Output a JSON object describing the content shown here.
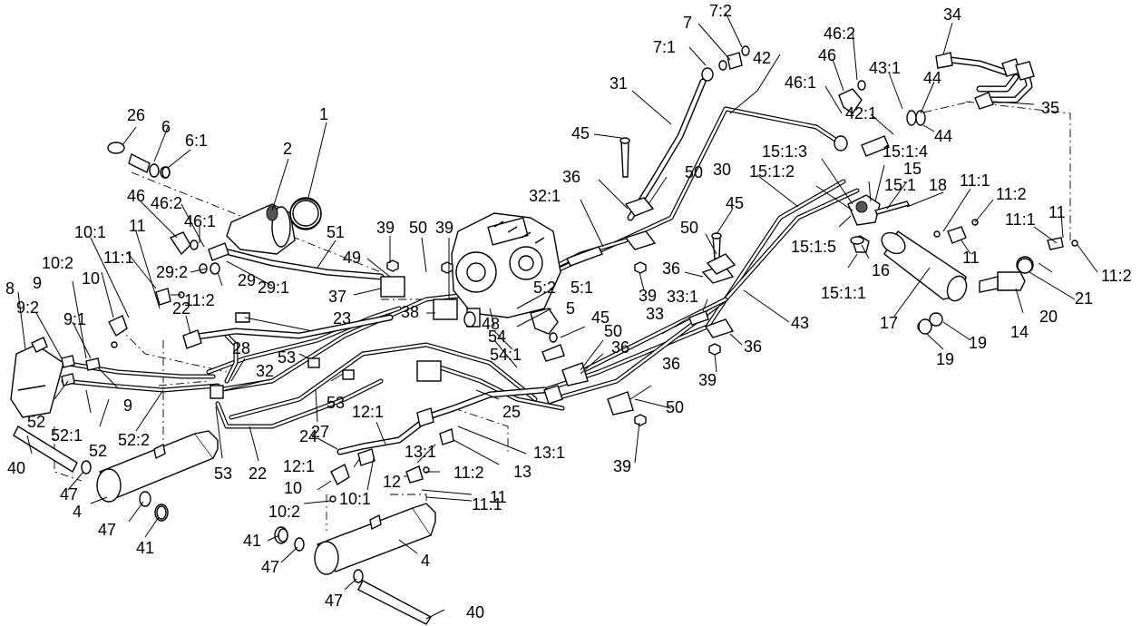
{
  "callouts": [
    {
      "id": "c1",
      "text": "1"
    },
    {
      "id": "c2",
      "text": "2"
    },
    {
      "id": "c4a",
      "text": "4"
    },
    {
      "id": "c4b",
      "text": "4"
    },
    {
      "id": "c5",
      "text": "5"
    },
    {
      "id": "c5_1",
      "text": "5:1"
    },
    {
      "id": "c5_2",
      "text": "5:2"
    },
    {
      "id": "c6",
      "text": "6"
    },
    {
      "id": "c6_1",
      "text": "6:1"
    },
    {
      "id": "c7",
      "text": "7"
    },
    {
      "id": "c7_1",
      "text": "7:1"
    },
    {
      "id": "c7_2",
      "text": "7:2"
    },
    {
      "id": "c8",
      "text": "8"
    },
    {
      "id": "c9a",
      "text": "9"
    },
    {
      "id": "c9b",
      "text": "9"
    },
    {
      "id": "c9_1",
      "text": "9:1"
    },
    {
      "id": "c9_2",
      "text": "9:2"
    },
    {
      "id": "c10a",
      "text": "10"
    },
    {
      "id": "c10b",
      "text": "10"
    },
    {
      "id": "c10_1a",
      "text": "10:1"
    },
    {
      "id": "c10_1b",
      "text": "10:1"
    },
    {
      "id": "c10_2a",
      "text": "10:2"
    },
    {
      "id": "c10_2b",
      "text": "10:2"
    },
    {
      "id": "c11a",
      "text": "11"
    },
    {
      "id": "c11b",
      "text": "11"
    },
    {
      "id": "c11c",
      "text": "11"
    },
    {
      "id": "c11d",
      "text": "11"
    },
    {
      "id": "c11_1a",
      "text": "11:1"
    },
    {
      "id": "c11_1b",
      "text": "11:1"
    },
    {
      "id": "c11_1c",
      "text": "11:1"
    },
    {
      "id": "c11_1d",
      "text": "11:1"
    },
    {
      "id": "c11_2a",
      "text": "11:2"
    },
    {
      "id": "c11_2b",
      "text": "11:2"
    },
    {
      "id": "c11_2c",
      "text": "11:2"
    },
    {
      "id": "c11_2d",
      "text": "11:2"
    },
    {
      "id": "c12",
      "text": "12"
    },
    {
      "id": "c12_1a",
      "text": "12:1"
    },
    {
      "id": "c12_1b",
      "text": "12:1"
    },
    {
      "id": "c13",
      "text": "13"
    },
    {
      "id": "c13_1a",
      "text": "13:1"
    },
    {
      "id": "c13_1b",
      "text": "13:1"
    },
    {
      "id": "c14",
      "text": "14"
    },
    {
      "id": "c15",
      "text": "15"
    },
    {
      "id": "c15_1",
      "text": "15:1"
    },
    {
      "id": "c15_1_1",
      "text": "15:1:1"
    },
    {
      "id": "c15_1_2",
      "text": "15:1:2"
    },
    {
      "id": "c15_1_3",
      "text": "15:1:3"
    },
    {
      "id": "c15_1_4",
      "text": "15:1:4"
    },
    {
      "id": "c15_1_5",
      "text": "15:1:5"
    },
    {
      "id": "c16",
      "text": "16"
    },
    {
      "id": "c17",
      "text": "17"
    },
    {
      "id": "c18",
      "text": "18"
    },
    {
      "id": "c19a",
      "text": "19"
    },
    {
      "id": "c19b",
      "text": "19"
    },
    {
      "id": "c20",
      "text": "20"
    },
    {
      "id": "c21",
      "text": "21"
    },
    {
      "id": "c22a",
      "text": "22"
    },
    {
      "id": "c22b",
      "text": "22"
    },
    {
      "id": "c23",
      "text": "23"
    },
    {
      "id": "c24",
      "text": "24"
    },
    {
      "id": "c25",
      "text": "25"
    },
    {
      "id": "c26",
      "text": "26"
    },
    {
      "id": "c27",
      "text": "27"
    },
    {
      "id": "c28",
      "text": "28"
    },
    {
      "id": "c29",
      "text": "29"
    },
    {
      "id": "c29_1",
      "text": "29:1"
    },
    {
      "id": "c29_2",
      "text": "29:2"
    },
    {
      "id": "c30",
      "text": "30"
    },
    {
      "id": "c31",
      "text": "31"
    },
    {
      "id": "c32",
      "text": "32"
    },
    {
      "id": "c32_1",
      "text": "32:1"
    },
    {
      "id": "c33",
      "text": "33"
    },
    {
      "id": "c33_1",
      "text": "33:1"
    },
    {
      "id": "c34",
      "text": "34"
    },
    {
      "id": "c35",
      "text": "35"
    },
    {
      "id": "c36a",
      "text": "36"
    },
    {
      "id": "c36b",
      "text": "36"
    },
    {
      "id": "c36c",
      "text": "36"
    },
    {
      "id": "c36d",
      "text": "36"
    },
    {
      "id": "c36e",
      "text": "36"
    },
    {
      "id": "c37",
      "text": "37"
    },
    {
      "id": "c38",
      "text": "38"
    },
    {
      "id": "c39a",
      "text": "39"
    },
    {
      "id": "c39b",
      "text": "39"
    },
    {
      "id": "c39c",
      "text": "39"
    },
    {
      "id": "c39d",
      "text": "39"
    },
    {
      "id": "c39e",
      "text": "39"
    },
    {
      "id": "c40a",
      "text": "40"
    },
    {
      "id": "c40b",
      "text": "40"
    },
    {
      "id": "c41a",
      "text": "41"
    },
    {
      "id": "c41b",
      "text": "41"
    },
    {
      "id": "c42",
      "text": "42"
    },
    {
      "id": "c42_1",
      "text": "42:1"
    },
    {
      "id": "c43",
      "text": "43"
    },
    {
      "id": "c43_1",
      "text": "43:1"
    },
    {
      "id": "c44a",
      "text": "44"
    },
    {
      "id": "c44b",
      "text": "44"
    },
    {
      "id": "c45a",
      "text": "45"
    },
    {
      "id": "c45b",
      "text": "45"
    },
    {
      "id": "c45c",
      "text": "45"
    },
    {
      "id": "c46a",
      "text": "46"
    },
    {
      "id": "c46b",
      "text": "46"
    },
    {
      "id": "c46_1a",
      "text": "46:1"
    },
    {
      "id": "c46_1b",
      "text": "46:1"
    },
    {
      "id": "c46_2a",
      "text": "46:2"
    },
    {
      "id": "c46_2b",
      "text": "46:2"
    },
    {
      "id": "c47a",
      "text": "47"
    },
    {
      "id": "c47b",
      "text": "47"
    },
    {
      "id": "c47c",
      "text": "47"
    },
    {
      "id": "c47d",
      "text": "47"
    },
    {
      "id": "c48",
      "text": "48"
    },
    {
      "id": "c49",
      "text": "49"
    },
    {
      "id": "c50a",
      "text": "50"
    },
    {
      "id": "c50b",
      "text": "50"
    },
    {
      "id": "c50c",
      "text": "50"
    },
    {
      "id": "c50d",
      "text": "50"
    },
    {
      "id": "c50e",
      "text": "50"
    },
    {
      "id": "c51",
      "text": "51"
    },
    {
      "id": "c52a",
      "text": "52"
    },
    {
      "id": "c52b",
      "text": "52"
    },
    {
      "id": "c52_1",
      "text": "52:1"
    },
    {
      "id": "c52_2",
      "text": "52:2"
    },
    {
      "id": "c53a",
      "text": "53"
    },
    {
      "id": "c53b",
      "text": "53"
    },
    {
      "id": "c53c",
      "text": "53"
    },
    {
      "id": "c54",
      "text": "54"
    },
    {
      "id": "c54_1",
      "text": "54:1"
    }
  ]
}
